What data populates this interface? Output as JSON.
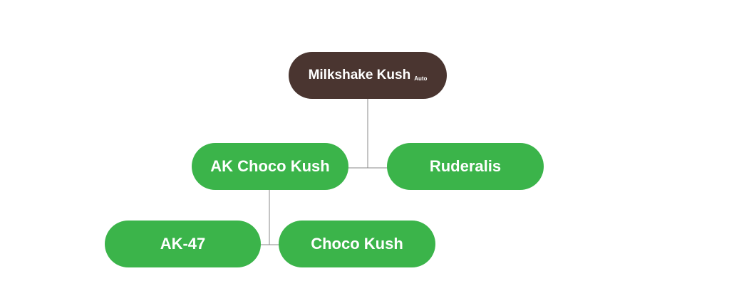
{
  "colors": {
    "root_fill": "#4a3530",
    "child_fill": "#3bb44a",
    "connector": "#888888",
    "text": "#ffffff"
  },
  "tree": {
    "root": {
      "name": "Milkshake Kush",
      "tag": "Auto"
    },
    "parents": [
      {
        "name": "AK Choco Kush"
      },
      {
        "name": "Ruderalis"
      }
    ],
    "grandparents": [
      {
        "name": "AK-47"
      },
      {
        "name": "Choco Kush"
      }
    ]
  }
}
